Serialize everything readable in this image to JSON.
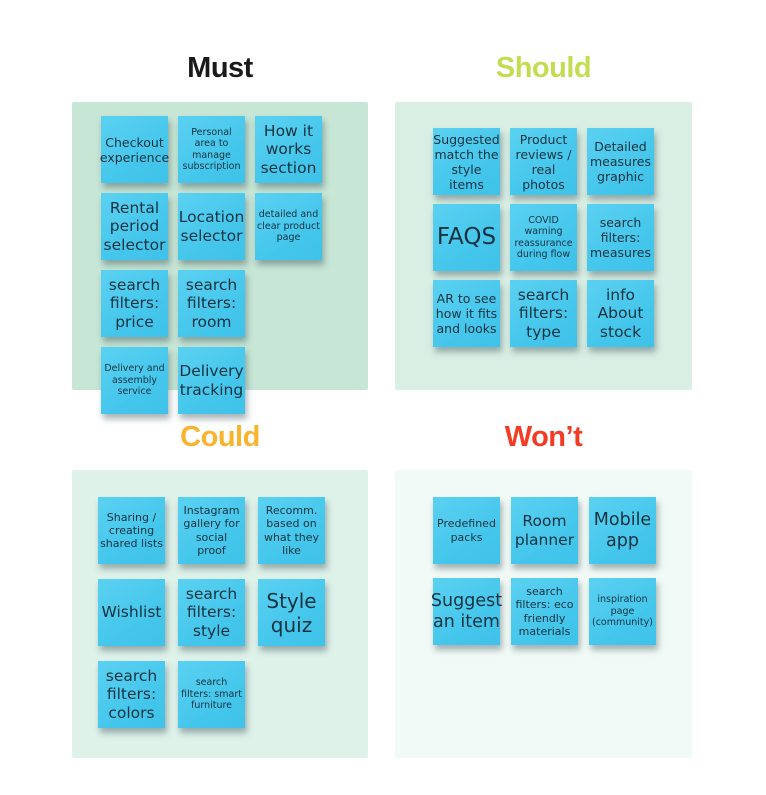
{
  "board": {
    "tool": "moscow-prioritization-board",
    "note_color_top": "#5bd1f1",
    "note_color_bottom": "#3fc2e9",
    "note_text_color": "#14323e"
  },
  "sections": [
    {
      "id": "must",
      "title": "Must",
      "title_color": "#1a1a1a",
      "panel_color": "#c7e6d6",
      "rows": [
        [
          {
            "text": "Checkout experience",
            "size": "md"
          },
          {
            "text": "Personal area to manage subscription",
            "size": "xs"
          },
          {
            "text": "How it works section",
            "size": "lg"
          }
        ],
        [
          {
            "text": "Rental period selector",
            "size": "lg"
          },
          {
            "text": "Location selector",
            "size": "lg"
          },
          {
            "text": "detailed and clear product page",
            "size": "xs"
          }
        ],
        [
          {
            "text": "search filters: price",
            "size": "lg"
          },
          {
            "text": "search filters: room",
            "size": "lg"
          }
        ],
        [
          {
            "text": "Delivery and assembly service",
            "size": "xs"
          },
          {
            "text": "Delivery tracking",
            "size": "lg"
          }
        ]
      ]
    },
    {
      "id": "should",
      "title": "Should",
      "title_color": "#c3dd52",
      "panel_color": "#d9efe4",
      "rows": [
        [
          {
            "text": "Suggested match the style items",
            "size": "md"
          },
          {
            "text": "Product reviews / real photos",
            "size": "md"
          },
          {
            "text": "Detailed measures graphic",
            "size": "md"
          }
        ],
        [
          {
            "text": "FAQS",
            "size": "big"
          },
          {
            "text": "COVID warning reassurance during flow",
            "size": "xs"
          },
          {
            "text": "search filters: measures",
            "size": "md"
          }
        ],
        [
          {
            "text": "AR to see how it fits and looks",
            "size": "md"
          },
          {
            "text": "search filters: type",
            "size": "lg"
          },
          {
            "text": "info About stock",
            "size": "lg"
          }
        ]
      ]
    },
    {
      "id": "could",
      "title": "Could",
      "title_color": "#f9b32e",
      "panel_color": "#def2ea",
      "rows": [
        [
          {
            "text": "Sharing / creating shared lists",
            "size": "sm"
          },
          {
            "text": "Instagram gallery for social proof",
            "size": "sm"
          },
          {
            "text": "Recomm. based on what they like",
            "size": "sm"
          }
        ],
        [
          {
            "text": "Wishlist",
            "size": "lg"
          },
          {
            "text": "search filters: style",
            "size": "lg"
          },
          {
            "text": "Style quiz",
            "size": "xxl"
          }
        ],
        [
          {
            "text": "search filters: colors",
            "size": "lg"
          },
          {
            "text": "search filters: smart furniture",
            "size": "xs"
          }
        ]
      ]
    },
    {
      "id": "wont",
      "title": "Won’t",
      "title_color": "#f23c26",
      "panel_color": "#f1faf6",
      "rows": [
        [
          {
            "text": "Predefined packs",
            "size": "sm"
          },
          {
            "text": "Room planner",
            "size": "lg"
          },
          {
            "text": "Mobile app",
            "size": "xl"
          }
        ],
        [
          {
            "text": "Suggest an item",
            "size": "xl"
          },
          {
            "text": "search filters: eco friendly materials",
            "size": "sm"
          },
          {
            "text": "inspiration page (community)",
            "size": "xs"
          }
        ]
      ]
    }
  ]
}
